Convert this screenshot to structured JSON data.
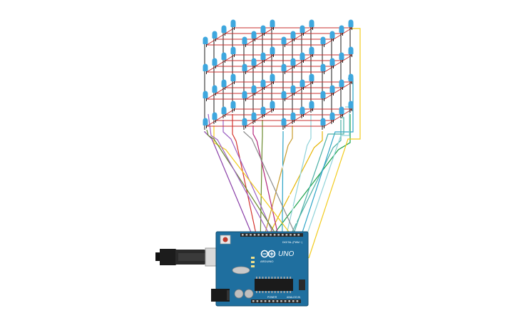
{
  "canvas": {
    "background": "#ffffff"
  },
  "board": {
    "model_label": "UNO",
    "brand_label": "ARDUINO",
    "digital_label": "DIGITAL (PWM ~)",
    "power_label": "POWER",
    "analog_label": "ANALOG IN",
    "color": "#1f6f9f"
  },
  "cube": {
    "dimension": 4,
    "led_color": "#3ea7de",
    "rail_color": "#c8322f"
  },
  "wire_colors": [
    "#8a3fa8",
    "#d4342d",
    "#6a8a2e",
    "#c79a2a",
    "#e6b400",
    "#1aa14a",
    "#9b5fc2",
    "#b3257a",
    "#2aa3c6",
    "#8fd2d9",
    "#4bb0a6",
    "#f2cc1f",
    "#8b8b8b",
    "#ffffff"
  ],
  "icons": [
    "usb-plug-icon",
    "reset-button-icon",
    "power-jack-icon",
    "arduino-logo-icon",
    "atmega-chip-icon"
  ]
}
